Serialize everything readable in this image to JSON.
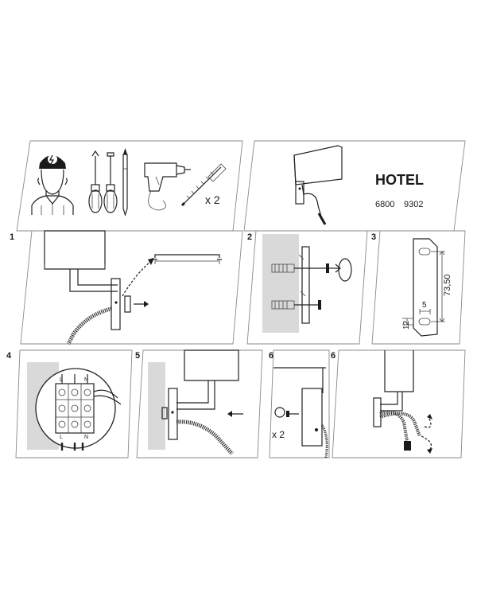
{
  "product": {
    "name": "HOTEL",
    "code_a": "6800",
    "code_b": "9302"
  },
  "panel_0": {
    "screw_count": "x 2"
  },
  "steps": {
    "s1": "1",
    "s2": "2",
    "s3": "3",
    "s4": "4",
    "s5": "5",
    "s6a": "6",
    "s6b": "6"
  },
  "panel_3": {
    "dim_vertical": "73,50",
    "dim_hole_w": "5",
    "dim_hole_h": "12"
  },
  "panel_4": {
    "terminal_top_l": "L",
    "terminal_top_n": "N",
    "terminal_bot_l": "L",
    "terminal_bot_n": "N"
  },
  "panel_6a": {
    "screw_count": "x 2"
  },
  "colors": {
    "line": "#222222",
    "frame": "#8a8a8a",
    "wall": "#d9d9d9"
  }
}
